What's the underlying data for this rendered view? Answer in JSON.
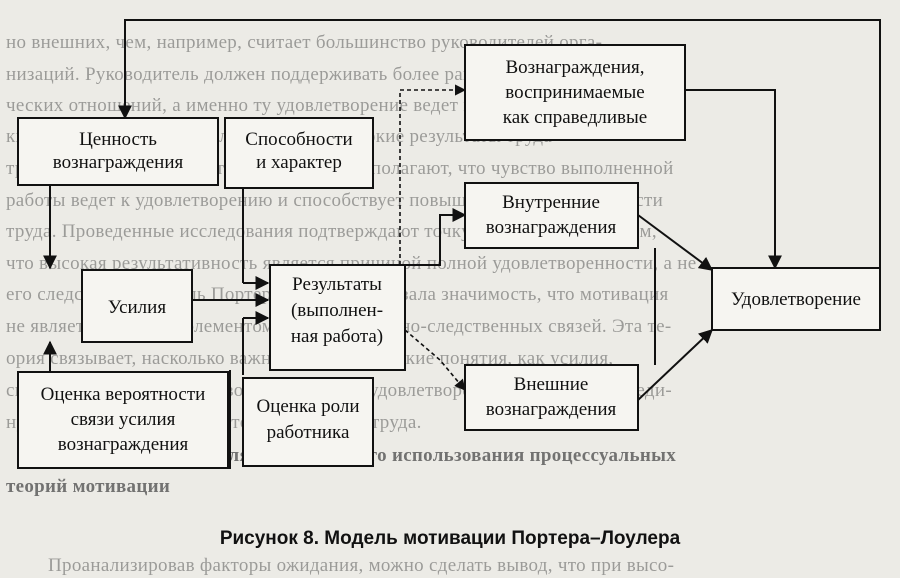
{
  "background_text": [
    "но внешних, чем, например, считает большинство руководителей орга-",
    "низаций. Руководитель должен поддерживать более ранних теорий челове-",
    "ческих отношений, а именно ту удовлетворение ведет к достижению высо-",
    "ких результатов в труде или, наоборот, высокие результаты труда",
    "трудятся лучше. Авторы теории, напротив, полагают, что чувство выполненной",
    "работы ведет к удовлетворению и способствует повышению результативности",
    "труда. Проведенные исследования подтверждают точку зрения авторов о том,",
    "что высокая результативность является причиной полной удовлетворенности, а не",
    "его следствием. Модель Портера–Лоулера показала значимость, что мотивация",
    "не является простым элементом в цепи причинно-следственных связей. Эта те-",
    "ория связывает, насколько важно объединить такие понятия, как усилия,",
    "способности, результаты, вознаграждение, удовлетворение и восприятие в еди-",
    "ную, взаимосвязанную систему мотивации труда.",
    "Основные выводы для практического использования процессуальных",
    "теорий мотивации",
    "Проанализировав факторы ожидания, можно сделать вывод, что при высо-"
  ],
  "diagram": {
    "boxes": {
      "value": [
        "Ценность",
        "вознаграждения"
      ],
      "effort": [
        "Усилия"
      ],
      "probability": [
        "Оценка вероятности",
        "связи усилия",
        "вознаграждения"
      ],
      "abilities": [
        "Способности",
        "и характер"
      ],
      "results": [
        "Результаты",
        "(выполнен-",
        "ная работа)"
      ],
      "role": [
        "Оценка роли",
        "работника"
      ],
      "fair": [
        "Вознаграждения,",
        "воспринимаемые",
        "как справедливые"
      ],
      "internal": [
        "Внутренние",
        "вознаграждения"
      ],
      "external": [
        "Внешние",
        "вознаграждения"
      ],
      "satisfaction": [
        "Удовлетворение"
      ]
    }
  },
  "caption": "Рисунок 8. Модель мотивации Портера–Лоулера"
}
